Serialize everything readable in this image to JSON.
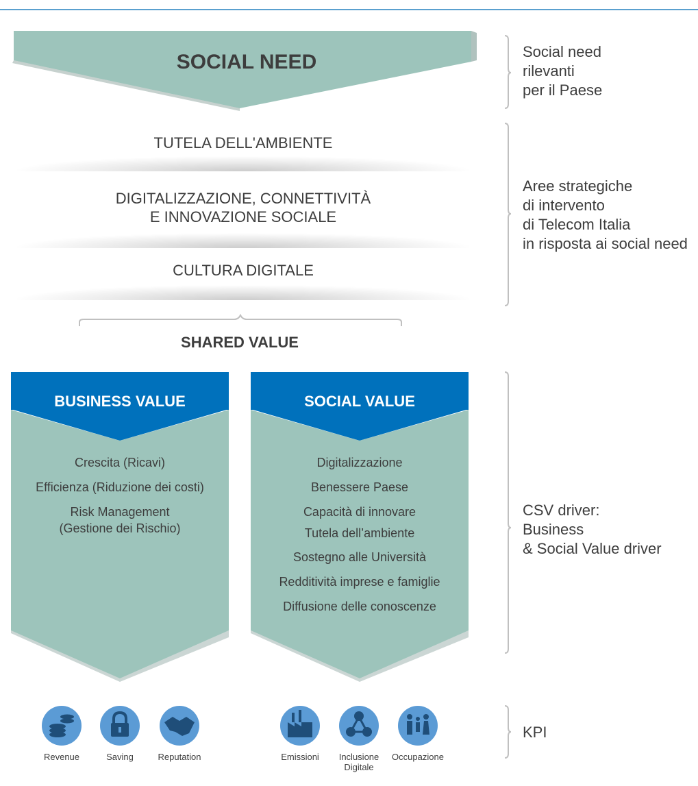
{
  "social_need": {
    "title": "SOCIAL NEED",
    "areas": [
      "TUTELA DELL'AMBIENTE",
      "DIGITALIZZAZIONE, CONNETTIVITÀ",
      "E INNOVAZIONE SOCIALE",
      "CULTURA DIGITALE"
    ]
  },
  "shared_value": "SHARED VALUE",
  "business_value": {
    "title": "BUSINESS VALUE",
    "items": [
      "Crescita (Ricavi)",
      "Efficienza (Riduzione dei costi)",
      "Risk Management",
      "(Gestione dei Rischio)"
    ]
  },
  "social_value": {
    "title": "SOCIAL VALUE",
    "items": [
      "Digitalizzazione",
      "Benessere Paese",
      "Capacità di innovare",
      "Tutela dell’ambiente",
      "Sostegno alle Università",
      "Redditività imprese e famiglie",
      "Diffusione delle conoscenze"
    ]
  },
  "right_labels": {
    "social_need": [
      "Social need",
      "rilevanti",
      "per il Paese"
    ],
    "areas": [
      "Aree strategiche",
      "di intervento",
      "di Telecom Italia",
      "in risposta ai social need"
    ],
    "csv": [
      "CSV driver:",
      "Business",
      "& Social Value driver"
    ],
    "kpi": "KPI"
  },
  "kpis": [
    {
      "label": "Revenue",
      "icon": "coins-icon"
    },
    {
      "label": "Saving",
      "icon": "padlock-icon"
    },
    {
      "label": "Reputation",
      "icon": "handshake-icon"
    },
    {
      "label": "Emissioni",
      "icon": "factory-icon"
    },
    {
      "label": "Inclusione",
      "label2": "Digitale",
      "icon": "network-icon"
    },
    {
      "label": "Occupazione",
      "icon": "people-icon"
    }
  ],
  "colors": {
    "teal": "#9dc4bb",
    "blue": "#0071bc",
    "icon": "#5b9bd5",
    "bracket": "#c0c0c0",
    "line": "#5aa0cf"
  }
}
